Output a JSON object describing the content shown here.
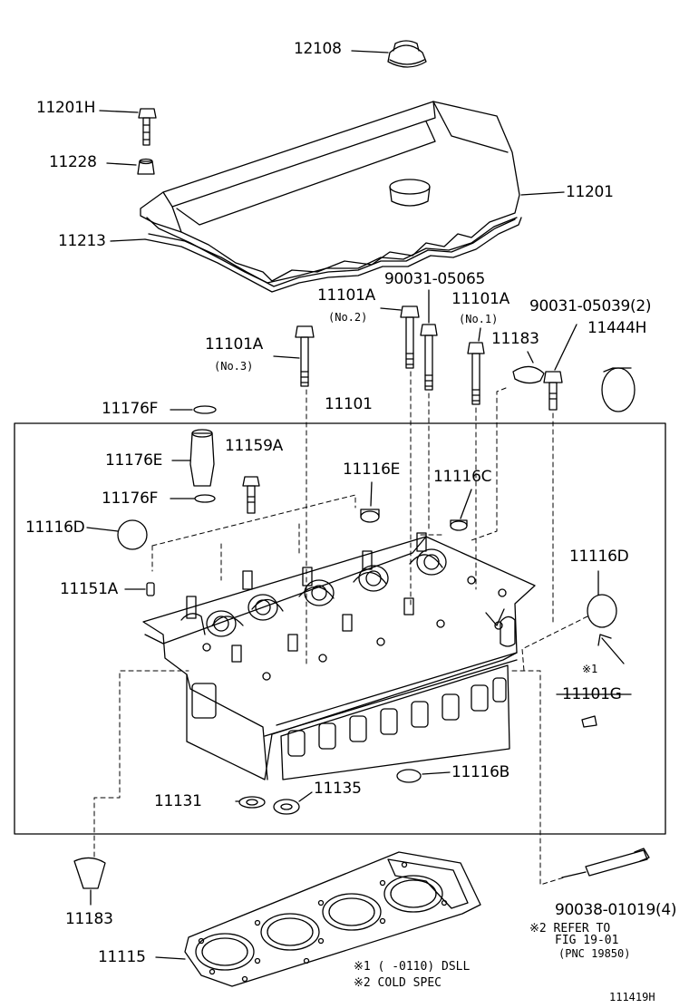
{
  "labels": {
    "p12108": "12108",
    "p11201H": "11201H",
    "p11228": "11228",
    "p11201": "11201",
    "p11213": "11213",
    "p90031_05065": "90031-05065",
    "p11101A_no2": "11101A",
    "no2": "(No.2)",
    "p11101A_no1": "11101A",
    "no1": "(No.1)",
    "p90031_05039": "90031-05039(2)",
    "p11444H": "11444H",
    "p11101A_no3": "11101A",
    "no3": "(No.3)",
    "p11183_top": "11183",
    "p11176F_a": "11176F",
    "p11101": "11101",
    "p11176E": "11176E",
    "p11159A": "11159A",
    "p11116E": "11116E",
    "p11116C": "11116C",
    "p11176F_b": "11176F",
    "p11116D_left": "11116D",
    "p11116D_right": "11116D",
    "p11151A": "11151A",
    "mark1": "※1",
    "p11101G": "11101G",
    "p11116B": "11116B",
    "p11131": "11131",
    "p11135": "11135",
    "p11183_bottom": "11183",
    "p90038": "90038-01019(4)",
    "refer1": "※2 REFER TO",
    "refer2": "FIG 19-01",
    "refer3": "(PNC 19850)",
    "p11115": "11115",
    "note1": "※1 (      -0110) DSLL",
    "note2": "※2 COLD  SPEC",
    "figure_id": "111419H"
  }
}
